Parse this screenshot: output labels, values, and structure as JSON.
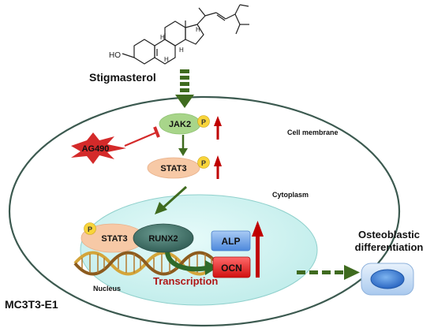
{
  "molecule": {
    "name": "Stigmasterol",
    "ho_label": "HO",
    "h_label": "H"
  },
  "labels": {
    "cell_membrane": "Cell membrane",
    "cytoplasm": "Cytoplasm",
    "nucleus": "Nucleus",
    "cell_line": "MC3T3-E1",
    "transcription": "Transcription",
    "outcome_line1": "Osteoblastic",
    "outcome_line2": "differentiation",
    "phospho": "P"
  },
  "nodes": {
    "jak2": "JAK2",
    "stat3_cyto": "STAT3",
    "stat3_nuc": "STAT3",
    "runx2": "RUNX2",
    "alp": "ALP",
    "ocn": "OCN",
    "inhibitor": "AG490"
  },
  "colors": {
    "arrow_green": "#3f6b1f",
    "up_arrow_red": "#c00000",
    "inhibitor_red": "#d42a2a",
    "jak2_fill": "#a8d58a",
    "stat3_fill": "#f7c9a6",
    "runx2_fill": "#3b6b62",
    "alp_fill": "#6aa2e8",
    "ocn_fill": "#e42222",
    "nucleus_fill": "#cdf0ef",
    "phospho_fill": "#f8d43a"
  }
}
